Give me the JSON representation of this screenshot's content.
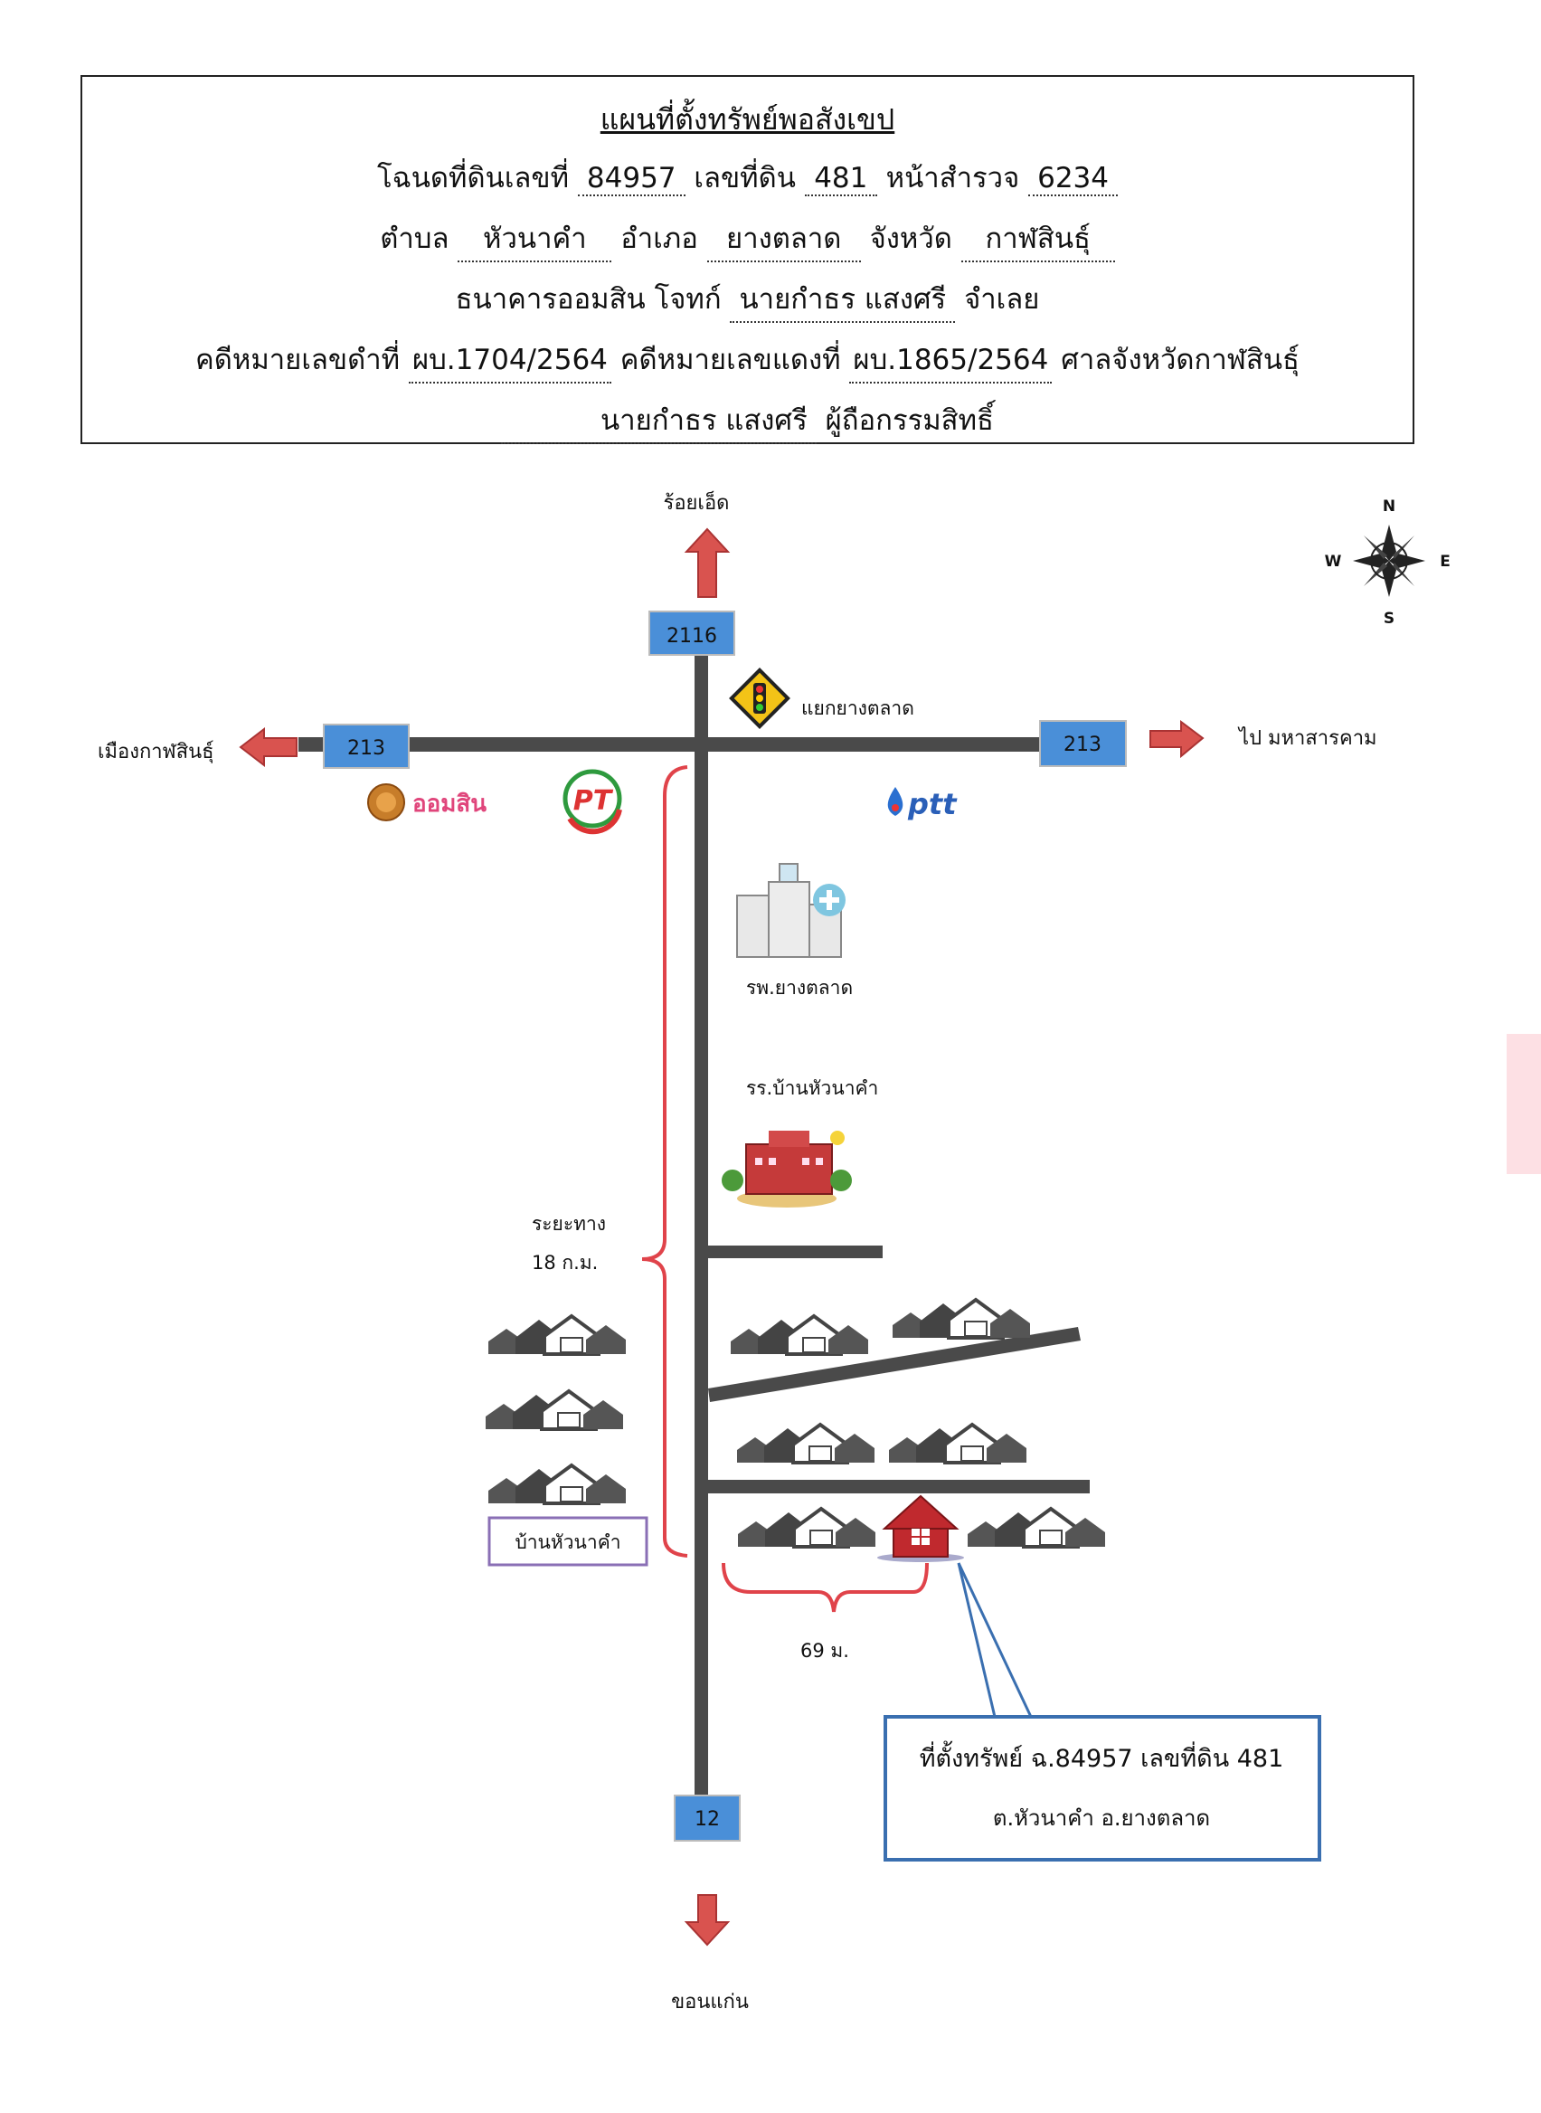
{
  "header": {
    "title": "แผนที่ตั้งทรัพย์พอสังเขป",
    "deed_label": "โฉนดที่ดินเลขที่",
    "deed_no": "84957",
    "land_no_label": "เลขที่ดิน",
    "land_no": "481",
    "survey_label": "หน้าสำรวจ",
    "survey_no": "6234",
    "subdistrict_label": "ตำบล",
    "subdistrict": "หัวนาคำ",
    "district_label": "อำเภอ",
    "district": "ยางตลาด",
    "province_label": "จังหวัด",
    "province": "กาฬสินธุ์",
    "plaintiff": "ธนาคารออมสิน",
    "plaintiff_role": "โจทก์",
    "defendant": "นายกำธร แสงศรี",
    "defendant_role": "จำเลย",
    "black_case_label": "คดีหมายเลขดำที่",
    "black_case": "ผบ.1704/2564",
    "red_case_label": "คดีหมายเลขแดงที่",
    "red_case": "ผบ.1865/2564",
    "court": "ศาลจังหวัดกาฬสินธุ์",
    "owner": "นายกำธร แสงศรี",
    "owner_role": "ผู้ถือกรรมสิทธิ์"
  },
  "map": {
    "north_dest": "ร้อยเอ็ด",
    "south_dest": "ขอนแก่น",
    "west_dest": "เมืองกาฬสินธุ์",
    "east_dest": "ไป มหาสารคาม",
    "road_north": "2116",
    "road_west": "213",
    "road_east": "213",
    "road_south": "12",
    "junction": "แยกยางตลาด",
    "gsb_logo": "ออมสิน",
    "pt_logo": "PT",
    "ptt_logo": "ptt",
    "hospital": "รพ.ยางตลาด",
    "school": "รร.บ้านหัวนาคำ",
    "distance_label": "ระยะทาง",
    "distance_value": "18 ก.ม.",
    "village": "บ้านหัวนาคำ",
    "offset": "69 ม.",
    "callout_line1": "ที่ตั้งทรัพย์ ฉ.84957   เลขที่ดิน 481",
    "callout_line2": "ต.หัวนาคำ อ.ยางตลาด",
    "compass": {
      "n": "N",
      "s": "S",
      "e": "E",
      "w": "W"
    }
  },
  "colors": {
    "road": "#4a4a4a",
    "arrow": "#d9534f",
    "shield": "#4a8fd8",
    "bracket": "#e0434a",
    "callout_border": "#3a6fb0",
    "village_border": "#8a6fb5",
    "house_red": "#c0292e"
  }
}
